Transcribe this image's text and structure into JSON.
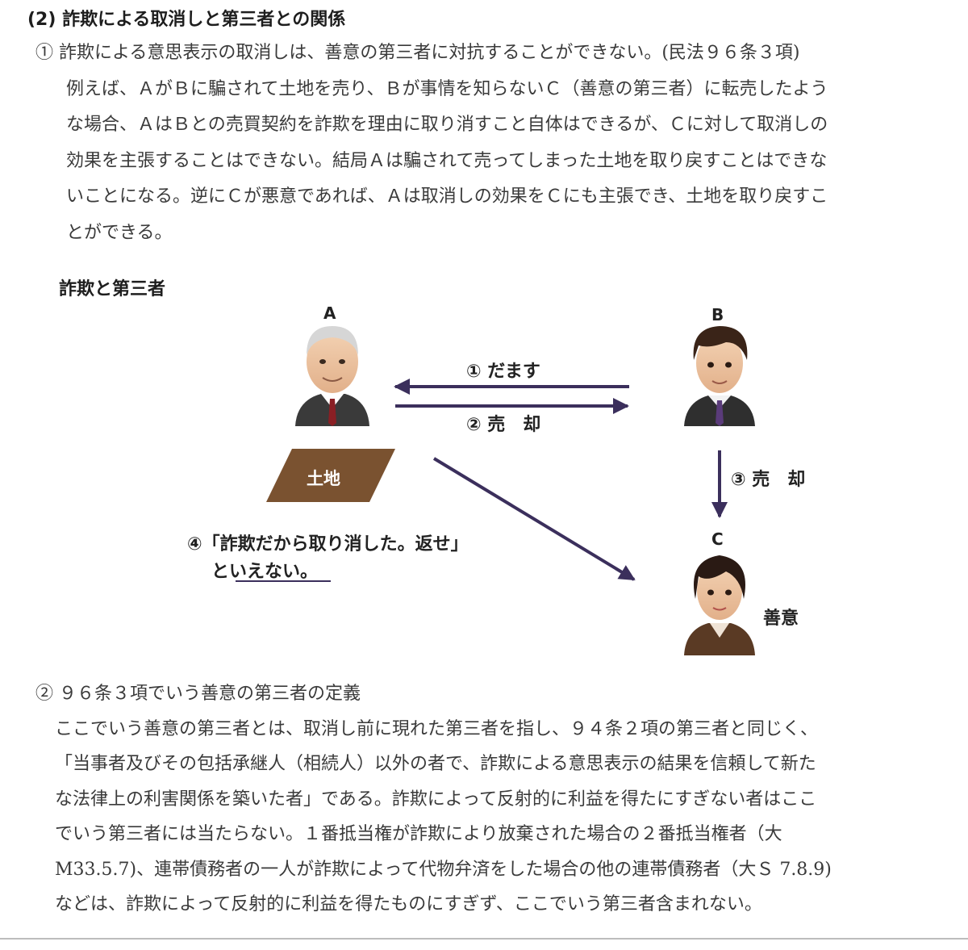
{
  "section_heading": "(2) 詐欺による取消しと第三者との関係",
  "para1": {
    "lines": [
      "① 詐欺による意思表示の取消しは、善意の第三者に対抗することができない。(民法９６条３項)",
      "例えば、ＡがＢに騙されて土地を売り、Ｂが事情を知らないＣ（善意の第三者）に転売したよう",
      "な場合、ＡはＢとの売買契約を詐欺を理由に取り消すこと自体はできるが、Ｃに対して取消しの",
      "効果を主張することはできない。結局Ａは騙されて売ってしまった土地を取り戻すことはできな",
      "いことになる。逆にＣが悪意であれば、Ａは取消しの効果をＣにも主張でき、土地を取り戻すこ",
      "とができる。"
    ]
  },
  "diagram": {
    "title": "詐欺と第三者",
    "person_a": "A",
    "person_b": "B",
    "person_c": "C",
    "land_label": "土地",
    "arrow1_label": "① だます",
    "arrow2_label": "② 売　却",
    "arrow3_label": "③ 売　却",
    "arrow4_line1": "④「詐欺だから取り消した。返せ」",
    "arrow4_line2": "といえない。",
    "c_status": "善意",
    "colors": {
      "arrow": "#3b2f5c",
      "land": "#7a5230",
      "suit": "#3a3a3a"
    }
  },
  "para2": {
    "lines": [
      "② ９６条３項でいう善意の第三者の定義",
      "ここでいう善意の第三者とは、取消し前に現れた第三者を指し、９４条２項の第三者と同じく、",
      "「当事者及びその包括承継人（相続人）以外の者で、詐欺による意思表示の結果を信頼して新た",
      "な法律上の利害関係を築いた者」である。詐欺によって反射的に利益を得たにすぎない者はここ",
      "でいう第三者には当たらない。１番抵当権が詐欺により放棄された場合の２番抵当権者（大",
      "M33.5.7)、連帯債務者の一人が詐欺によって代物弁済をした場合の他の連帯債務者（大Ｓ 7.8.9)",
      "などは、詐欺によって反射的に利益を得たものにすぎず、ここでいう第三者含まれない。"
    ]
  }
}
